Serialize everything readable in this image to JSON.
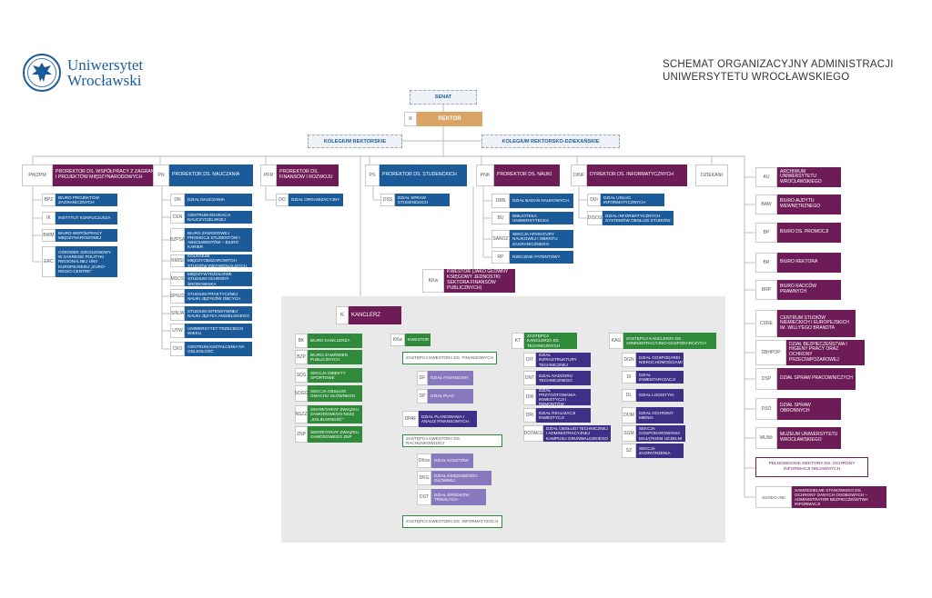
{
  "header": {
    "university": [
      "Uniwersytet",
      "Wrocławski"
    ],
    "title": [
      "SCHEMAT ORGANIZACYJNY ADMINISTRACJI",
      "UNIWERSYTETU WROCŁAWSKIEGO"
    ]
  },
  "top": {
    "senat": "SENAT",
    "rektor_code": "R",
    "rektor": "REKTOR",
    "kolegium1": "KOLEGIUM REKTORSKIE",
    "kolegium2": "KOLEGIUM REKTORSKO-DZIEKAŃSKIE"
  },
  "prorectors": [
    {
      "code": "PWZPM",
      "label": "PROREKTOR DS. WSPÓŁPRACY Z ZAGRANICĄ I PROJEKTÓW MIĘDZYNARODOWYCH"
    },
    {
      "code": "PN",
      "label": "PROREKTOR DS. NAUCZANIA"
    },
    {
      "code": "PFR",
      "label": "PROREKTOR DS. FINANSÓW I ROZWOJU"
    },
    {
      "code": "PS",
      "label": "PROREKTOR DS. STUDENCKICH"
    },
    {
      "code": "PNK",
      "label": "PROREKTOR DS. NAUKI"
    },
    {
      "code": "DINF",
      "label": "DYREKTOR DS. INFORMATYCZNYCH"
    },
    {
      "code": "",
      "label": "DZIEKANI"
    }
  ],
  "pwzpm_units": [
    {
      "code": "BPZ",
      "label": "BIURO PROJEKTÓW ZAGRANICZNYCH"
    },
    {
      "code": "IK",
      "label": "INSTYTUT KONFUCJUSZA"
    },
    {
      "code": "BWM",
      "label": "BIURO WSPÓŁPRACY MIĘDZYNARODOWEJ"
    },
    {
      "code": "ERC",
      "label": "OŚRODEK SZKOLENIOWY W ZAKRESIE POLITYKI REGIONALNEJ UNII EUROPEJSKIEJ „EURO-REGIO-CENTRE”"
    }
  ],
  "pn_units": [
    {
      "code": "DN",
      "label": "DZIAŁ NAUCZANIA"
    },
    {
      "code": "CEN",
      "label": "CENTRUM EDUKACJI NAUCZYCIELSKIEJ"
    },
    {
      "code": "BZPSA",
      "label": "BIURO ZAWODOWEJ PROMOCJI STUDENTÓW I ABSOLWENTÓW – BIURO KARIER"
    },
    {
      "code": "KMISI",
      "label": "KOLEGIUM MIĘDZYOBSZAROWYCH STUDIÓW INDYWIDUALNYCH"
    },
    {
      "code": "MSOS",
      "label": "MIĘDZYWYDZIAŁOWE STUDIUM OCHRONY ŚRODOWISKA"
    },
    {
      "code": "SPNJO",
      "label": "STUDIUM PRAKTYCZNEJ NAUKI JĘZYKÓW OBCYCH"
    },
    {
      "code": "SINJA",
      "label": "STUDIUM INTENSYWNEJ NAUKI JĘZYKA ANGIELSKIEGO"
    },
    {
      "code": "UTW",
      "label": "UNIWERSYTET TRZECIEGO WIEKU"
    },
    {
      "code": "CKO",
      "label": "CENTRUM KSZTAŁCENIA NA ODLEGŁOŚĆ"
    }
  ],
  "pfr_units": [
    {
      "code": "DO",
      "label": "DZIAŁ ORGANIZACYJNY"
    }
  ],
  "ps_units": [
    {
      "code": "DSS",
      "label": "DZIAŁ SPRAW STUDENCKICH"
    }
  ],
  "pnk_units": [
    {
      "code": "DBN",
      "label": "DZIAŁ BADAŃ NAUKOWYCH"
    },
    {
      "code": "BU",
      "label": "BIBLIOTEKA UNIWERSYTECKA"
    },
    {
      "code": "SANOZ",
      "label": "SEKCJA APARATURY NAUKOWEJ I OBROTU ZAGRANICZNEGO"
    },
    {
      "code": "RP",
      "label": "RZECZNIK PATENTOWY"
    }
  ],
  "dinf_units": [
    {
      "code": "DUI",
      "label": "DZIAŁ USŁUG INFORMATYCZNYCH"
    },
    {
      "code": "DISOS",
      "label": "DZIAŁ INFORMATYCZNYCH SYSTEMÓW OBSŁUGI STUDIÓW"
    }
  ],
  "kwestor": {
    "code": "KKw",
    "label": "KWESTOR (jako główny księgowy jednostki sektora finansów publicznych)"
  },
  "kanclerz": {
    "code": "K",
    "label": "KANCLERZ"
  },
  "kanclerz_units": [
    {
      "code": "BK",
      "label": "BIURO KANCLERZA"
    },
    {
      "code": "BZP",
      "label": "BIURO ZAMÓWIEŃ PUBLICZNYCH"
    },
    {
      "code": "SOS",
      "label": "SEKCJA OBIEKTY SPORTOWE"
    },
    {
      "code": "SOGG",
      "label": "SEKCJA OBSŁUGI GMACHU GŁÓWNEGO"
    },
    {
      "code": "NSZZ",
      "label": "SEKRETARIAT ZWIĄZKU ZAWODOWEGO NSZZ „SOLIDARNOŚĆ”"
    },
    {
      "code": "ZNP",
      "label": "SEKRETARIAT ZWIĄZKU ZAWODOWEGO ZNP"
    }
  ],
  "kwestor_branch": {
    "head": {
      "code": "KKw",
      "label": "KWESTOR"
    },
    "zkf": "ZASTĘPCA KWESTORA DS. FINANSOWYCH",
    "zkf_units": [
      {
        "code": "DF",
        "label": "DZIAŁ FINANSOWY"
      },
      {
        "code": "DP",
        "label": "DZIAŁ PŁAC"
      }
    ],
    "dpaf": {
      "code": "DPAF",
      "label": "DZIAŁ PLANOWANIA I ANALIZ FINANSOWYCH"
    },
    "zkr": "ZASTĘPCA KWESTORA DS. RACHUNKOWOŚCI",
    "zkr_units": [
      {
        "code": "DKos",
        "label": "DZIAŁ KOSZTÓW"
      },
      {
        "code": "DKG",
        "label": "DZIAŁ KSIĘGOWOŚCI GŁÓWNEJ"
      },
      {
        "code": "DST",
        "label": "DZIAŁ ŚRODKÓW TRWAŁYCH"
      }
    ],
    "zki": "ZASTĘPCA KWESTORA DS. INFORMATYZACJI"
  },
  "kt": {
    "code": "KT",
    "label": "ZASTĘPCA KANCLERZA DS. TECHNICZNYCH"
  },
  "kt_units": [
    {
      "code": "DIT",
      "label": "DZIAŁ INFRASTRUKTURY TECHNICZNEJ"
    },
    {
      "code": "DNT",
      "label": "DZIAŁ NADZORU TECHNICZNEGO"
    },
    {
      "code": "DIR",
      "label": "DZIAŁ PRZYGOTOWANIA INWESTYCJI I REMONTÓW"
    },
    {
      "code": "DRI",
      "label": "DZIAŁ REALIZACJI INWESTYCJI"
    },
    {
      "code": "DOTAKG",
      "label": "DZIAŁ OBSŁUGI TECHNICZNEJ I ADMINISTRACYJNEJ KAMPUSU GRUNWALDZKIEGO"
    }
  ],
  "kag": {
    "code": "KAG",
    "label": "ZASTĘPCA KANCLERZA DS. ADMINISTRACYJNO-GOSPODARCZYCH"
  },
  "kag_units": [
    {
      "code": "DGN",
      "label": "DZIAŁ GOSPODARKI NIERUCHOMOŚCIAMI"
    },
    {
      "code": "DI",
      "label": "DZIAŁ INWENTARYZACJI"
    },
    {
      "code": "DL",
      "label": "DZIAŁ LOGISTYKI"
    },
    {
      "code": "DOM",
      "label": "DZIAŁ OCHRONY MIENIA"
    },
    {
      "code": "SGM",
      "label": "SEKCJA GOSPODAROWANIA MAJĄTKIEM UCZELNI"
    },
    {
      "code": "SZ",
      "label": "SEKCJA ZAOPATRZENIA"
    }
  ],
  "right_units": [
    {
      "code": "AU",
      "label": "ARCHIWUM UNIWERSYTETU WROCŁAWSKIEGO"
    },
    {
      "code": "BAW",
      "label": "BIURO AUDYTU WEWNĘTRZNEGO"
    },
    {
      "code": "BP",
      "label": "BIURO DS. PROMOCJI"
    },
    {
      "code": "BR",
      "label": "BIURO REKTORA"
    },
    {
      "code": "BRP",
      "label": "BIURO RADCÓW PRAWNYCH"
    },
    {
      "code": "CSNE",
      "label": "CENTRUM STUDIÓW NIEMIECKICH I EUROPEJSKICH IM. WILLY'EGO BRANDTA"
    },
    {
      "code": "DBHPOP",
      "label": "DZIAŁ BEZPIECZEŃSTWA I HIGIENY PRACY ORAZ OCHRONY PRZECIWPOŻAROWEJ"
    },
    {
      "code": "DSP",
      "label": "DZIAŁ SPRAW PRACOWNICZYCH"
    },
    {
      "code": "DSO",
      "label": "DZIAŁ SPRAW OBRONNYCH"
    },
    {
      "code": "MUWr",
      "label": "MUZEUM UNIWERSYTETU WROCŁAWSKIEGO"
    },
    {
      "code": "",
      "label": "PEŁNOMOCNIK REKTORA DS. OCHRONY INFORMACJI NIEJAWNYCH"
    },
    {
      "code": "SSODO-ABI",
      "label": "SAMODZIELNE STANOWISKO DS. OCHRONY DANYCH OSOBOWYCH – ADMINISTRATOR BEZPIECZEŃSTWA INFORMACJI"
    }
  ],
  "colors": {
    "blue": "#1b5b9a",
    "purple": "#6e1c57",
    "green": "#2f8a3a",
    "lavender": "#8878bd",
    "indigo": "#3f2f86",
    "gold": "#d9a464"
  }
}
